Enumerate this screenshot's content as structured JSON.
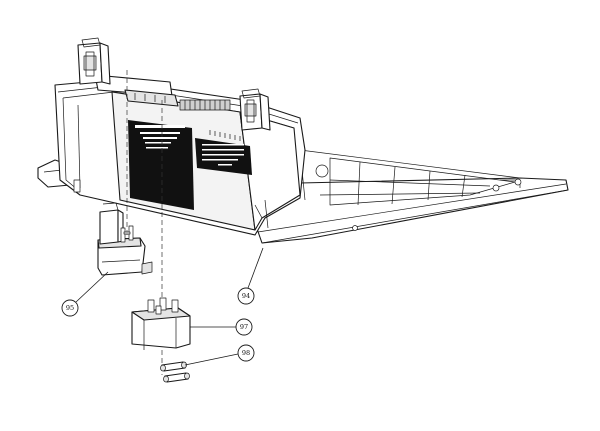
{
  "callouts": [
    {
      "id": "95",
      "label": "95"
    },
    {
      "id": "94",
      "label": "94"
    },
    {
      "id": "97",
      "label": "97"
    },
    {
      "id": "98",
      "label": "98"
    }
  ],
  "colors": {
    "line": "#1a1a1a",
    "label_panel": "#111111",
    "background": "#ffffff"
  }
}
